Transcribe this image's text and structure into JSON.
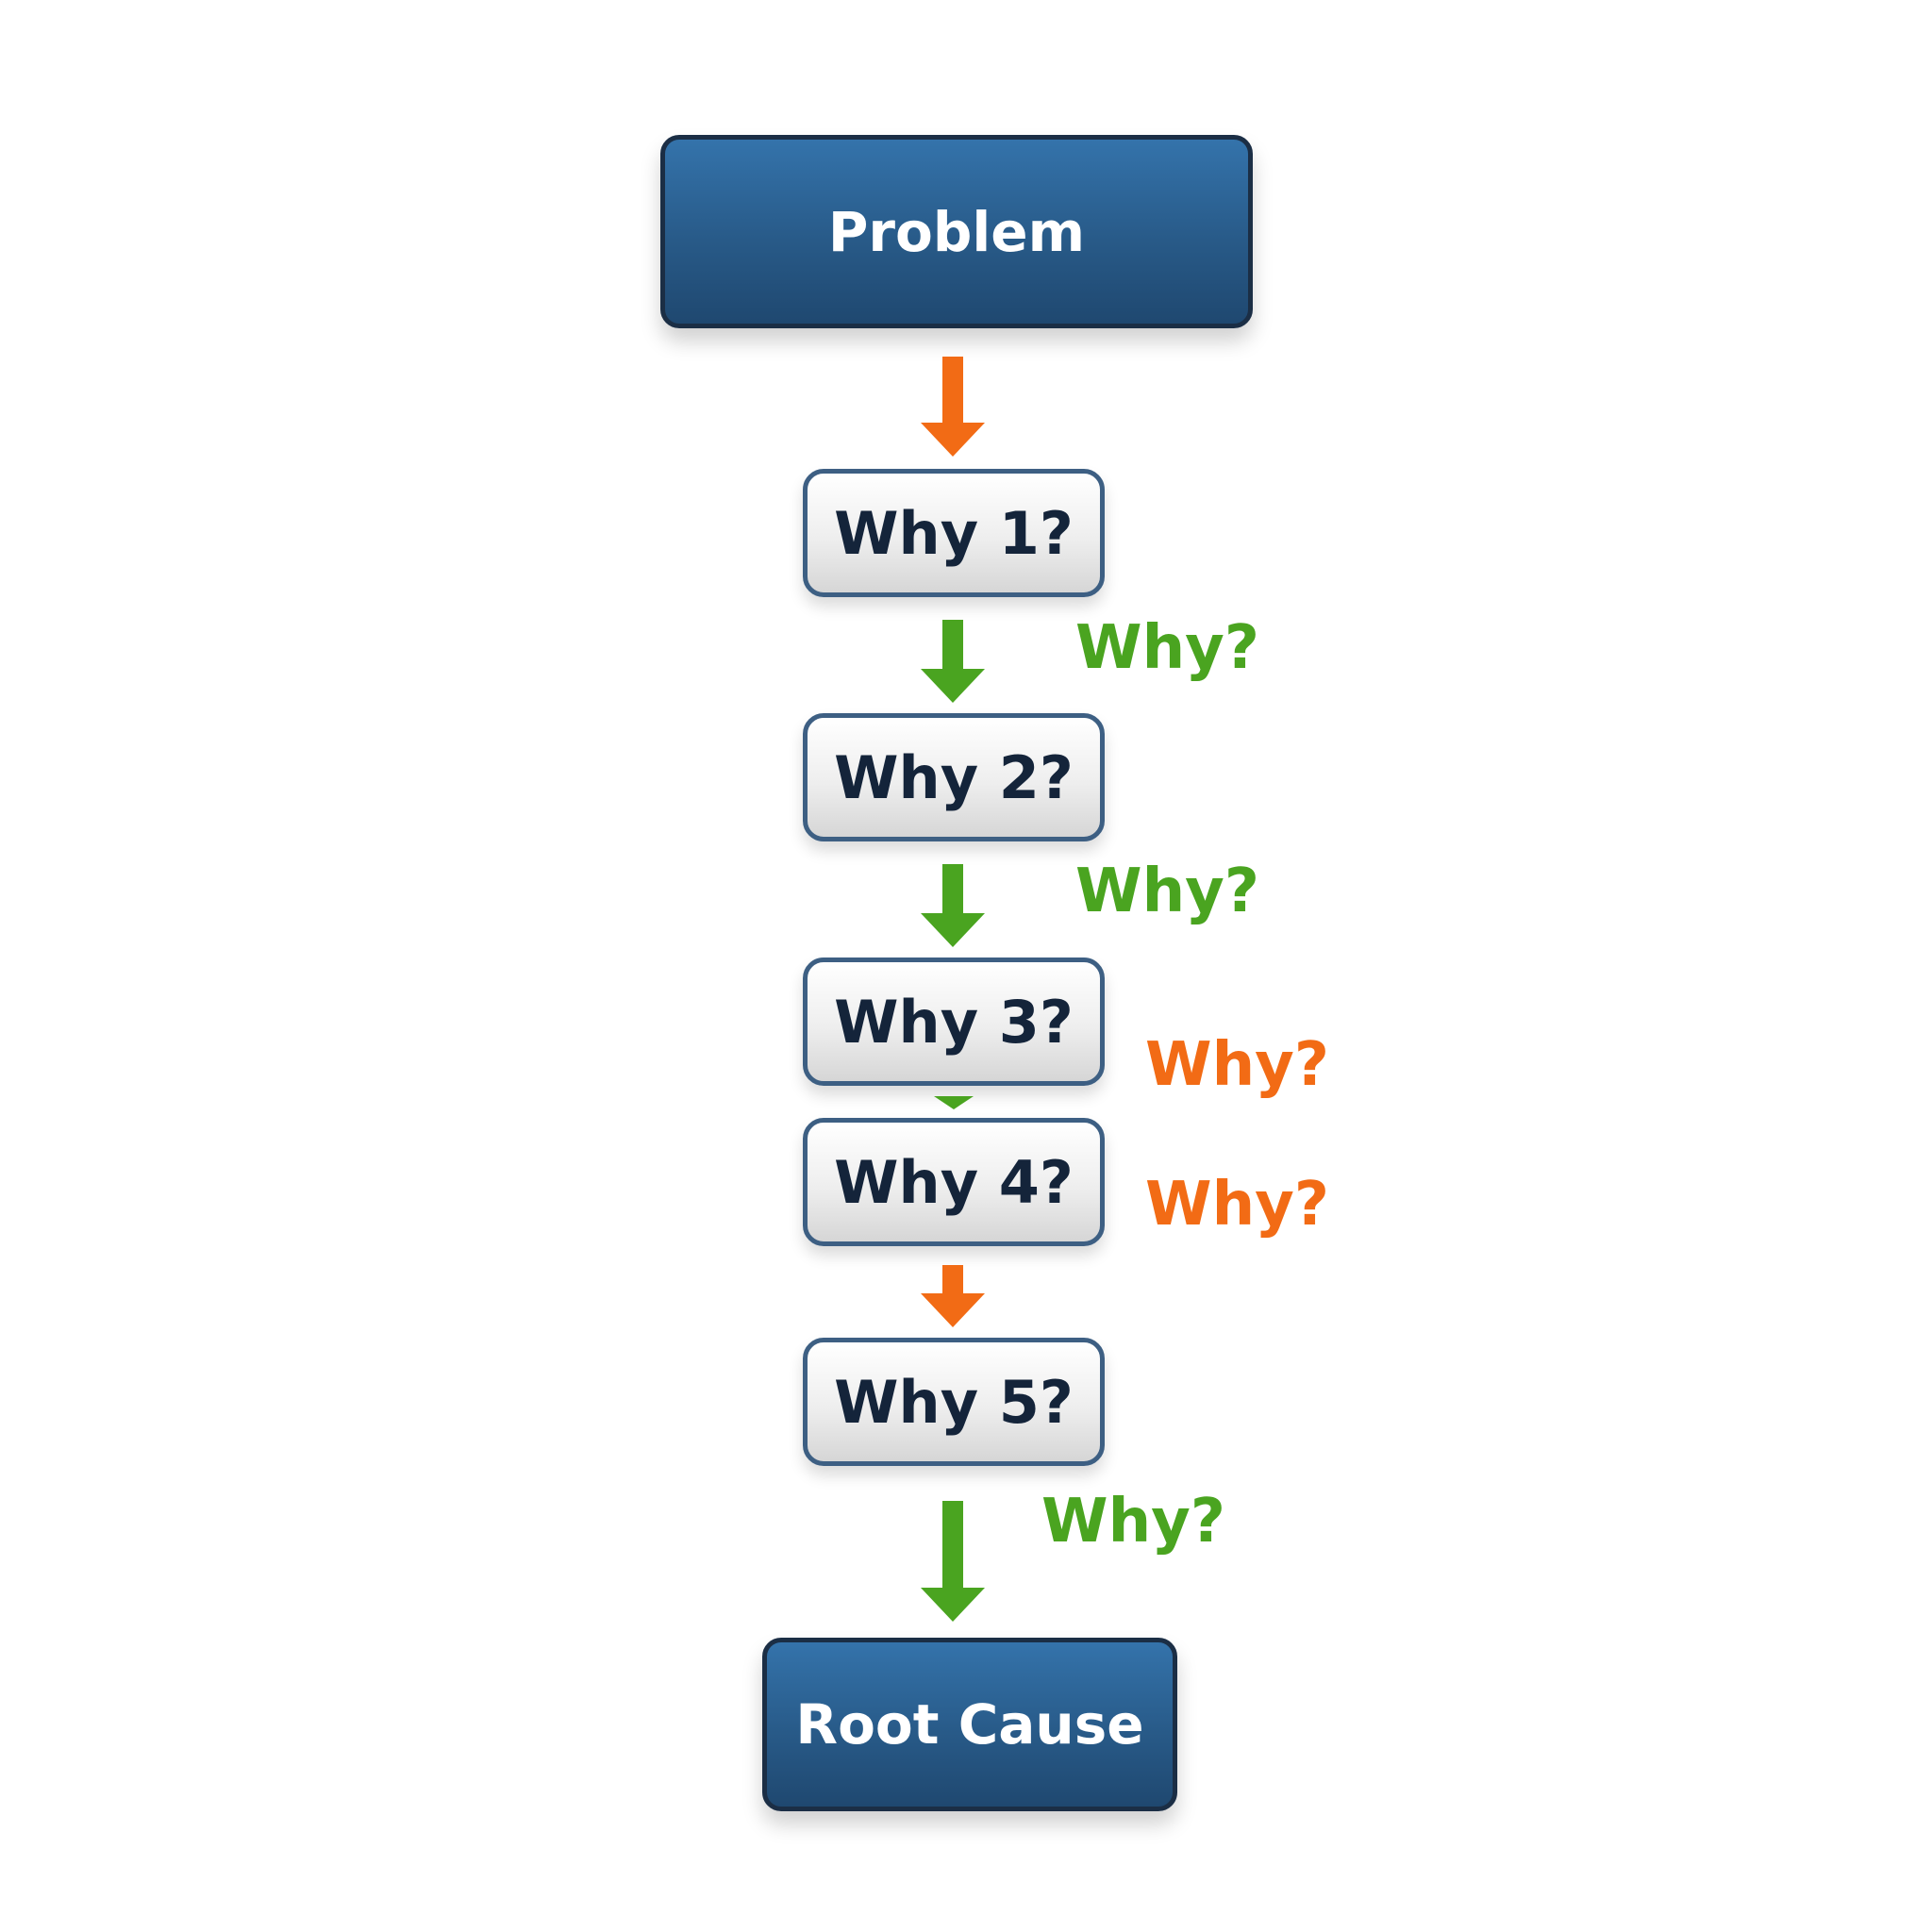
{
  "diagram": {
    "problem_label": "Problem",
    "root_cause_label": "Root Cause",
    "steps": [
      "Why 1?",
      "Why 2?",
      "Why 3?",
      "Why 4?",
      "Why 5?"
    ],
    "side_labels": [
      "Why?",
      "Why?",
      "Why?",
      "Why?",
      "Why?"
    ]
  },
  "colors": {
    "dark_box": "#285a88",
    "light_box": "#eeeeee",
    "orange": "#f26b15",
    "green": "#4aa420",
    "text_dark": "#14243a"
  }
}
